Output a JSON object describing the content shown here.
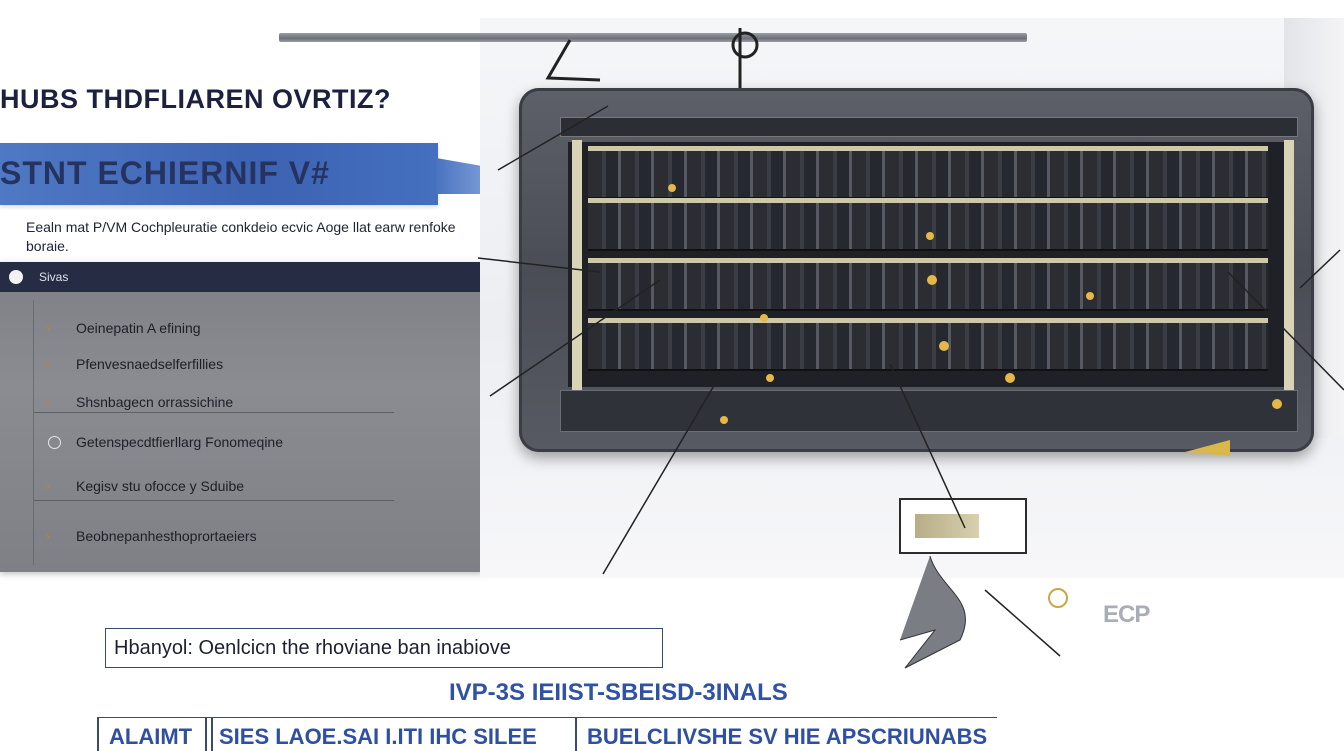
{
  "headline": "HUBS THDFLIAREN OVRTIZ?",
  "banner": "STNT  ECHIERNIF  V#",
  "intro": "Eealn mat P/VM Cochpleuratie conkdeio ecvic Aoge llat earw renfoke boraie.",
  "panel": {
    "title": "Sivas",
    "items": [
      {
        "label": "Oeinepatin A efining",
        "bullet": "arrow"
      },
      {
        "label": "Pfenvesnaedselferfillies",
        "bullet": "arrow"
      },
      {
        "label": "Shsnbagecn orrassichine",
        "bullet": "arrow"
      },
      {
        "label": "Getenspecdtfierllarg Fonomeqine",
        "bullet": "ring"
      },
      {
        "label": "Kegisv stu ofocce y Sduibe",
        "bullet": "arrow"
      },
      {
        "label": "Beobnepanhesthoprortaeiers",
        "bullet": "arrow"
      }
    ]
  },
  "figure": {
    "logo_text": "ECP"
  },
  "caption": "Hbanyol: Oenlcicn the rhoviane ban inabiove",
  "subhead": "IVP-3S IEIIST-SBEISD-3INALS",
  "footer_cells": [
    "ALAIMT",
    "SIES LAOE.SAI I.ITI IHC SILEE",
    "BUELCLIVSHE SV HIE APSCRIUNABS"
  ],
  "colors": {
    "accent_blue": "#3d63b3",
    "panel_gray": "#7d7f85",
    "panel_header": "#262c44",
    "bullet_orange": "#c9822a"
  }
}
